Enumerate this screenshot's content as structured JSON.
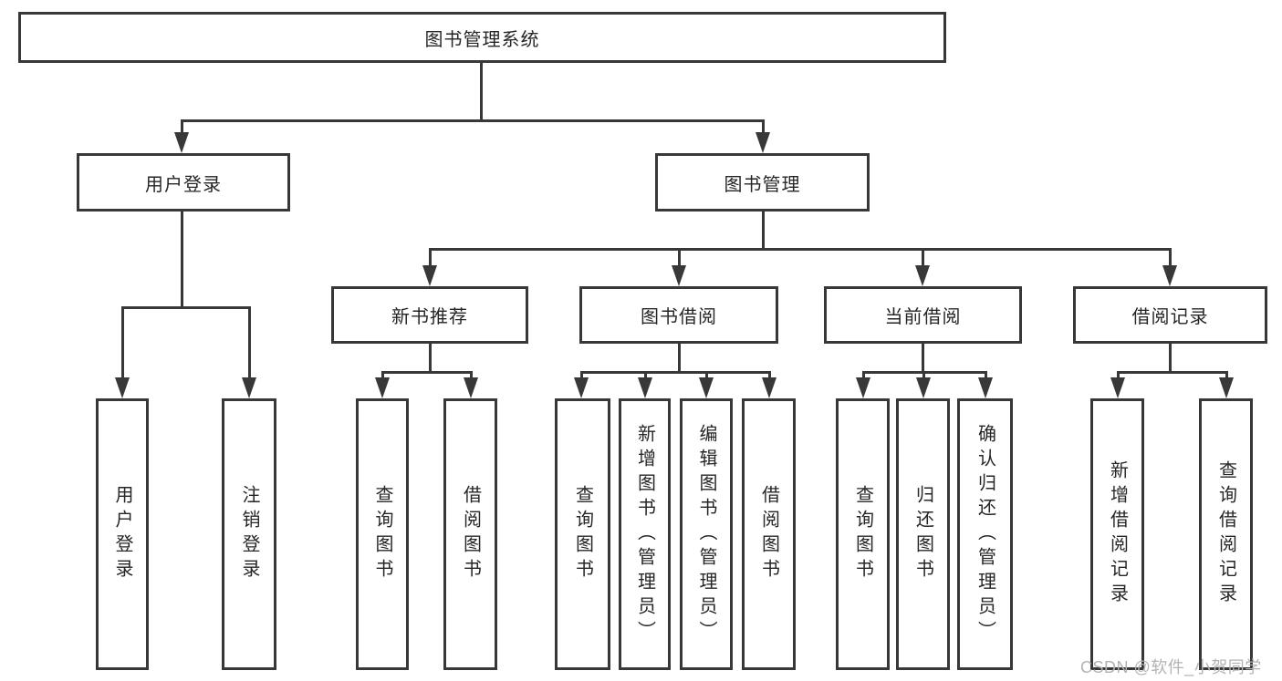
{
  "diagram": {
    "title": "图书管理系统",
    "watermark": "CSDN @软件_小贺同学",
    "colors": {
      "background": "#ffffff",
      "box_border": "#383838",
      "connector": "#383838",
      "text": "#262626",
      "watermark_text": "#b3b3b3"
    },
    "nodes": [
      {
        "id": "root",
        "label": "图书管理系统"
      },
      {
        "id": "user-login",
        "label": "用户登录"
      },
      {
        "id": "book-management",
        "label": "图书管理"
      },
      {
        "id": "new-book-recommend",
        "label": "新书推荐"
      },
      {
        "id": "book-borrowing",
        "label": "图书借阅"
      },
      {
        "id": "current-borrowing",
        "label": "当前借阅"
      },
      {
        "id": "borrowing-records",
        "label": "借阅记录"
      },
      {
        "id": "leaf-user-login",
        "label": "用户登录"
      },
      {
        "id": "leaf-logout",
        "label": "注销登录"
      },
      {
        "id": "leaf-query-books-1",
        "label": "查询图书"
      },
      {
        "id": "leaf-borrow-books-1",
        "label": "借阅图书"
      },
      {
        "id": "leaf-query-books-2",
        "label": "查询图书"
      },
      {
        "id": "leaf-add-books",
        "label": "新增图书（管理员）"
      },
      {
        "id": "leaf-edit-books",
        "label": "编辑图书（管理员）"
      },
      {
        "id": "leaf-borrow-books-2",
        "label": "借阅图书"
      },
      {
        "id": "leaf-query-books-3",
        "label": "查询图书"
      },
      {
        "id": "leaf-return-books",
        "label": "归还图书"
      },
      {
        "id": "leaf-confirm-return",
        "label": "确认归还（管理员）"
      },
      {
        "id": "leaf-add-borrow-record",
        "label": "新增借阅记录"
      },
      {
        "id": "leaf-query-borrow-record",
        "label": "查询借阅记录"
      }
    ],
    "hierarchy": {
      "图书管理系统": [
        "用户登录",
        "图书管理"
      ],
      "用户登录": [
        "用户登录",
        "注销登录"
      ],
      "图书管理": [
        "新书推荐",
        "图书借阅",
        "当前借阅",
        "借阅记录"
      ],
      "新书推荐": [
        "查询图书",
        "借阅图书"
      ],
      "图书借阅": [
        "查询图书",
        "新增图书（管理员）",
        "编辑图书（管理员）",
        "借阅图书"
      ],
      "当前借阅": [
        "查询图书",
        "归还图书",
        "确认归还（管理员）"
      ],
      "借阅记录": [
        "新增借阅记录",
        "查询借阅记录"
      ]
    }
  }
}
